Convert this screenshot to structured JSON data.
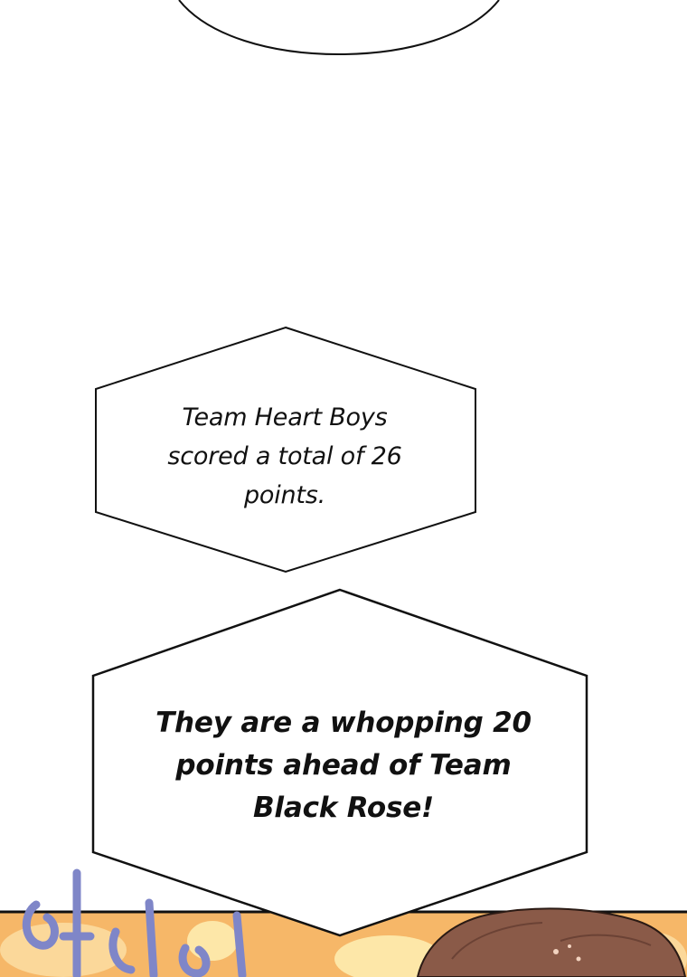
{
  "bubbles": [
    {
      "lines": [
        "Team Heart Boys",
        "scored a total of 26",
        "points."
      ]
    },
    {
      "lines": [
        "They are a whopping 20",
        "points ahead of Team",
        "Black Rose!"
      ]
    }
  ],
  "colors": {
    "background": "#ffffff",
    "outline": "#111111",
    "panel_orange": "#f6b768",
    "panel_light": "#fde7a8",
    "hair": "#8a5a48",
    "sfx_purple": "#7f86c8"
  },
  "art": {
    "top_bubble": "speech-bubble-fragment",
    "bottom_panel": "character-hair-and-sound-effect-art"
  }
}
